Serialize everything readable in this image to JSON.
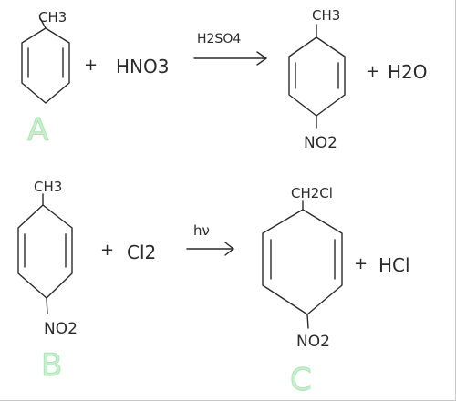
{
  "reaction_1": {
    "reactant_substituent": "CH3",
    "reagent": "HNO3",
    "condition": "H2SO4",
    "product_top": "CH3",
    "product_bottom": "NO2",
    "byproduct": "H2O",
    "plus_1": "+",
    "plus_2": "+",
    "reactant_label": "A",
    "label_color": "#c7f0cd"
  },
  "reaction_2": {
    "reactant_top": "CH3",
    "reactant_bottom": "NO2",
    "reagent": "Cl2",
    "condition": "hν",
    "product_top": "CH2Cl",
    "product_bottom": "NO2",
    "byproduct": "HCl",
    "plus_1": "+",
    "plus_2": "+",
    "reactant_label": "B",
    "product_label": "C",
    "label_color": "#c7f0cd"
  }
}
